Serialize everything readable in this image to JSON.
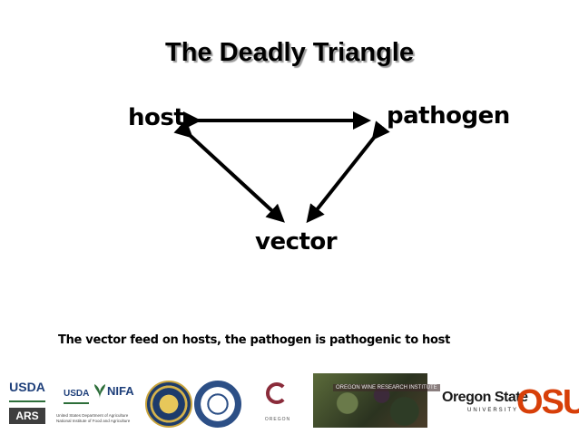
{
  "title": "The Deadly Triangle",
  "nodes": {
    "host": "host",
    "pathogen": "pathogen",
    "vector": "vector"
  },
  "caption": "The vector feed on hosts, the pathogen is pathogenic to host",
  "logos": {
    "usda": "USDA",
    "ars": "ARS",
    "usda_small": "USDA",
    "nifa": "NIFA",
    "nifa_fine_1": "United States Department of Agriculture",
    "nifa_fine_2": "National Institute of Food and Agriculture",
    "wine": "OREGON",
    "photo_banner": "OREGON WINE RESEARCH INSTITUTE",
    "osu_name": "Oregon State",
    "osu_univ": "UNIVERSITY",
    "osu_mark": "OSU"
  },
  "colors": {
    "arrow": "#000000",
    "osu_orange": "#d73f09",
    "usda_blue": "#1e3f7a",
    "usda_green": "#2d6e3a"
  }
}
